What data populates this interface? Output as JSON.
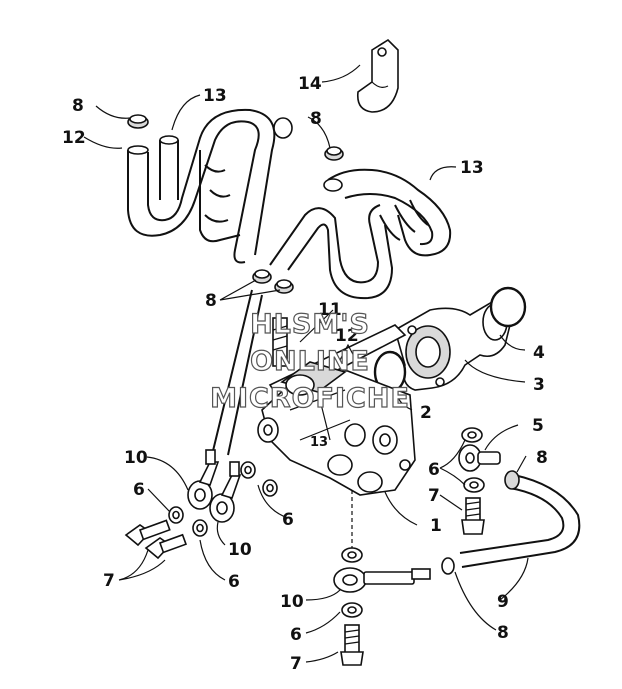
{
  "watermark": {
    "line1": "HLSM'S",
    "line2": "ONLINE",
    "line3": "MICROFICHE"
  },
  "callouts": {
    "c1": "1",
    "c2": "2",
    "c3": "3",
    "c4": "4",
    "c5": "5",
    "c6a": "6",
    "c6b": "6",
    "c6c": "6",
    "c6d": "6",
    "c6e": "6",
    "c7a": "7",
    "c7b": "7",
    "c7c": "7",
    "c8a": "8",
    "c8b": "8",
    "c8c": "8",
    "c8d": "8",
    "c8e": "8",
    "c9": "9",
    "c10a": "10",
    "c10b": "10",
    "c10c": "10",
    "c11": "11",
    "c12a": "12",
    "c12b": "12",
    "c13a": "13",
    "c13b": "13",
    "c14": "14",
    "pump": "13"
  }
}
